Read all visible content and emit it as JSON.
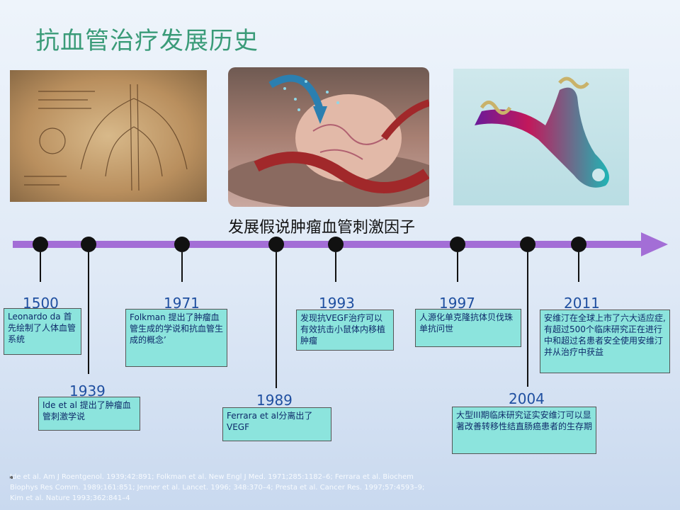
{
  "title": "抗血管治疗发展历史",
  "subtitle": "发展假说肿瘤血管刺激因子",
  "colors": {
    "title": "#3a9b78",
    "axis": "#a36ed6",
    "box_bg": "#8ce4dd",
    "year": "#1f4fa0"
  },
  "images": [
    {
      "name": "leonardo-anatomy-sketch"
    },
    {
      "name": "tumor-angiogenesis-illustration"
    },
    {
      "name": "antibody-3d-structure"
    }
  ],
  "timeline": {
    "years": [
      "1500",
      "1939",
      "1971",
      "1989",
      "1993",
      "1997",
      "2004",
      "2011"
    ],
    "boxes": [
      "Leonardo da 首先绘制了人体血管系统",
      "Ide et al 提出了肿瘤血管刺激学说",
      "Folkman 提出了肿瘤血管生成的学说和抗血管生成的概念’",
      "Ferrara et al分离出了VEGF",
      "发现抗VEGF治疗可以有效抗击小鼠体内移植肿瘤",
      "人源化单克隆抗体贝伐珠单抗问世",
      "大型III期临床研究证实安维汀可以显著改善转移性结直肠癌患者的生存期",
      "安维汀在全球上市了六大适应症, 有超过500个临床研究正在进行中和超过名患者安全使用安维汀并从治疗中获益"
    ]
  },
  "references": "Ide et al. Am J Roentgenol. 1939;42:891; Folkman et al. New Engl J Med. 1971;285:1182–6; Ferrara et al. Biochem Biophys Res Comm. 1989;161:851; Jenner et al. Lancet. 1996; 348:370–4; Presta et al. Cancer Res. 1997;57:4593–9; Kim et al. Nature 1993;362:841–4"
}
